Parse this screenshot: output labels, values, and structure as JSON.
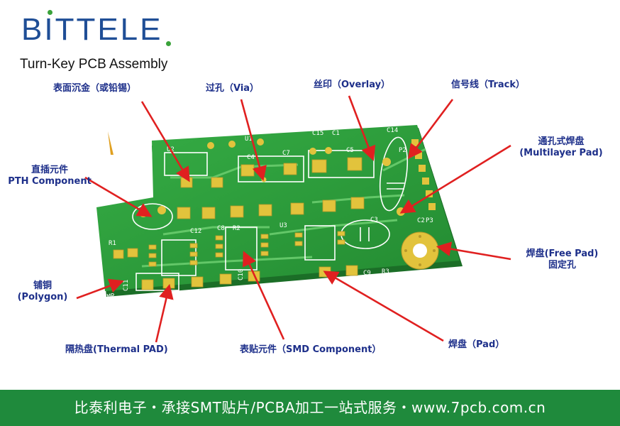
{
  "brand": {
    "logo_text": "BITTELE",
    "tagline": "Turn-Key PCB Assembly"
  },
  "labels": {
    "enig": "表面沉金（或铅锡）",
    "via": "过孔（Via）",
    "overlay": "丝印（Overlay）",
    "track": "信号线（Track）",
    "pth_cn": "直插元件",
    "pth_en": "PTH Component",
    "multilayer_cn": "通孔式焊盘",
    "multilayer_en": "(Multilayer Pad)",
    "free_pad_cn": "焊盘(Free Pad)",
    "free_pad_cn2": "固定孔",
    "polygon_cn": "铺铜",
    "polygon_en": "(Polygon)",
    "thermal": "隔热盘(Thermal PAD)",
    "smd": "表贴元件（SMD Component）",
    "pad": "焊盘（Pad）"
  },
  "silkscreen": {
    "refs": [
      "U2",
      "U1",
      "C4",
      "C7",
      "C15",
      "C14",
      "C5",
      "C1",
      "P2",
      "R1",
      "C12",
      "C8",
      "R2",
      "U3",
      "C3",
      "C2",
      "P3",
      "C9",
      "R3",
      "C11",
      "C10",
      "AMP."
    ]
  },
  "footer": {
    "text": "比泰利电子・承接SMT贴片/PCBA加工一站式服务・www.7pcb.com.cn"
  },
  "colors": {
    "board": "#2e9e3c",
    "pad_gold": "#e2c33c",
    "label_blue": "#1d2f8a",
    "arrow_red": "#e02020",
    "footer_green": "#1f8a3c",
    "logo_blue": "#1f4e96"
  }
}
